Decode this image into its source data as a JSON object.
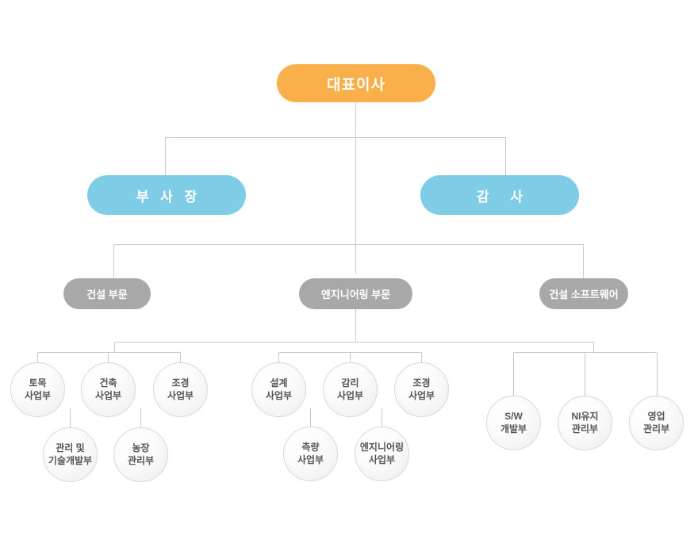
{
  "chart": {
    "type": "org-chart",
    "title": "Organization Chart",
    "colors": {
      "ceo": "#f9af4a",
      "executive": "#7fcce6",
      "division": "#a8a8a8",
      "line": "#c9c9c9",
      "circle_border": "#d8d8d8",
      "circle_text": "#555555",
      "pill_text": "#ffffff",
      "background": "#ffffff"
    },
    "levels": {
      "level1_label": "ceo",
      "level2_label": "executives",
      "level3_label": "divisions",
      "level4_label": "departments"
    }
  },
  "ceo": {
    "label": "대표이사"
  },
  "executives": [
    {
      "label": "부 사 장"
    },
    {
      "label": "감  사"
    }
  ],
  "divisions": [
    {
      "label": "건설 부문"
    },
    {
      "label": "엔지니어링 부문"
    },
    {
      "label": "건설 소프트웨어"
    }
  ],
  "departments": {
    "construction": [
      {
        "label": "토목\n사업부"
      },
      {
        "label": "건축\n사업부"
      },
      {
        "label": "조경\n사업부"
      },
      {
        "label": "관리 및\n기술개발부"
      },
      {
        "label": "농장\n관리부"
      }
    ],
    "engineering": [
      {
        "label": "설계\n사업부"
      },
      {
        "label": "감리\n사업부"
      },
      {
        "label": "조경\n사업부"
      },
      {
        "label": "측량\n사업부"
      },
      {
        "label": "엔지니어링\n사업부"
      }
    ],
    "software": [
      {
        "label": "S/W\n개발부"
      },
      {
        "label": "NI유지\n관리부"
      },
      {
        "label": "영업\n관리부"
      }
    ]
  }
}
